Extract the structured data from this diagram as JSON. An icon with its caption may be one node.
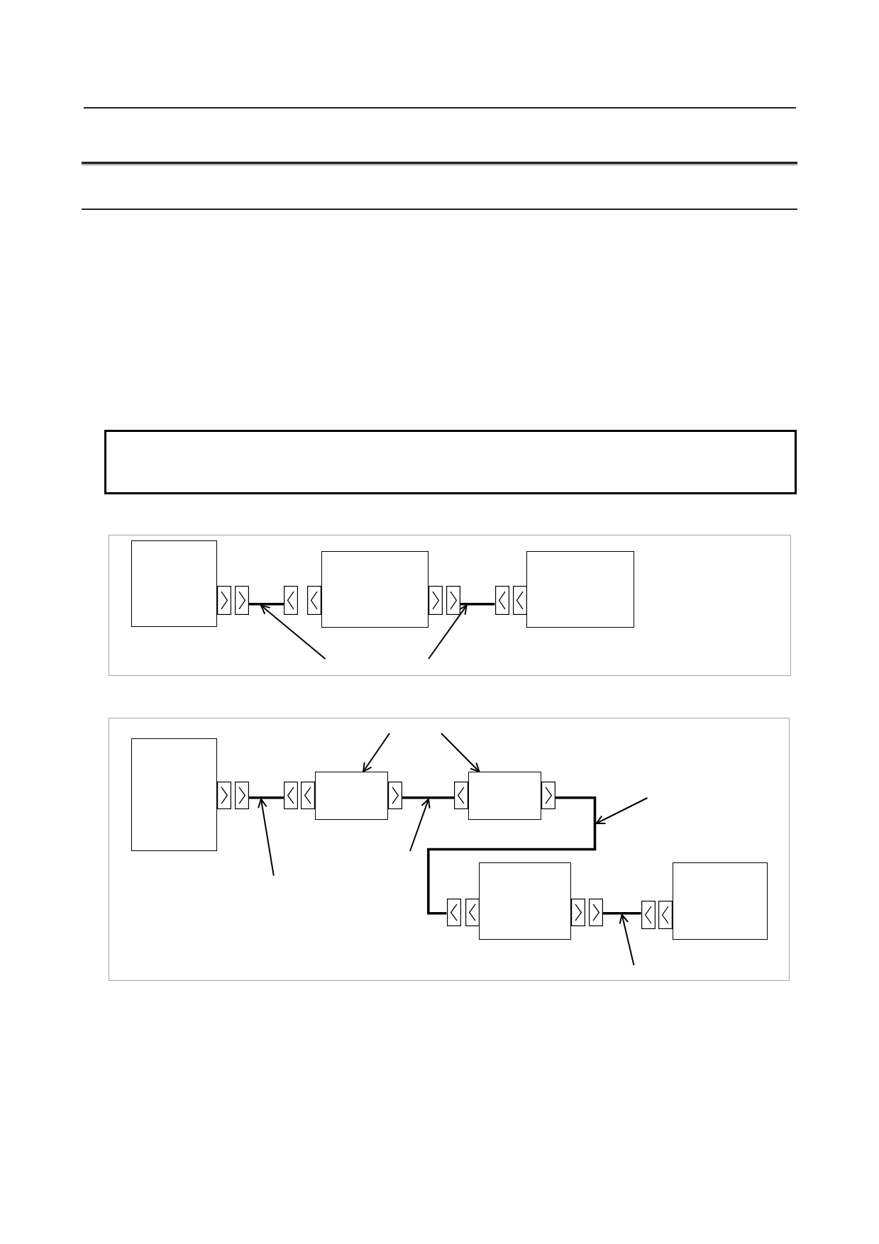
{
  "diagram": {
    "nodes": [
      {
        "text": [],
        "shape": "box"
      },
      {
        "text": [],
        "shape": "box"
      },
      {
        "text": [],
        "shape": "box",
        "in": 1
      },
      {
        "text": [],
        "shape": "line",
        "in": 1
      },
      {
        "text": [],
        "shape": "box",
        "in": 1
      },
      {
        "text": [],
        "shape": "line",
        "in": 1
      },
      {
        "text": [],
        "shape": "box",
        "in": 1
      },
      {
        "text": [],
        "shape": "box"
      },
      {
        "text": [],
        "shape": "box",
        "in": 7
      },
      {
        "text": [],
        "shape": "line",
        "in": 7
      },
      {
        "text": [],
        "shape": "box",
        "in": 7
      },
      {
        "text": [],
        "shape": "line",
        "in": 7
      },
      {
        "text": [],
        "shape": "box",
        "in": 7
      },
      {
        "text": [],
        "shape": "line",
        "in": 7
      },
      {
        "text": [],
        "shape": "box",
        "in": 7
      },
      {
        "text": [],
        "shape": "line",
        "in": 7
      },
      {
        "text": [],
        "shape": "box",
        "in": 7
      }
    ],
    "edges": [
      {
        "from": null,
        "to": 3,
        "arrow": "to"
      },
      {
        "from": null,
        "to": 5,
        "arrow": "to"
      },
      {
        "from": null,
        "to": 10,
        "arrow": "to"
      },
      {
        "from": null,
        "to": 12,
        "arrow": "to"
      },
      {
        "from": null,
        "to": 9,
        "arrow": "to"
      },
      {
        "from": null,
        "to": 11,
        "arrow": "to"
      },
      {
        "from": null,
        "to": 13,
        "arrow": "to"
      },
      {
        "from": null,
        "to": 15,
        "arrow": "to"
      }
    ]
  }
}
